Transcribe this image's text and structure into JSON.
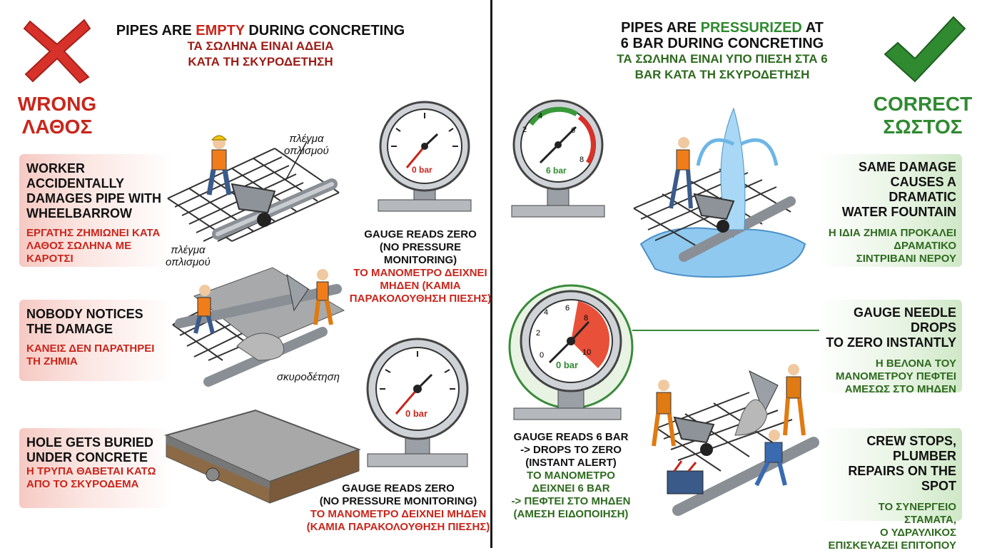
{
  "left": {
    "title_en_pre": "PIPES ARE ",
    "title_en_key": "EMPTY",
    "title_en_post": " DURING CONCRETING",
    "title_gr_1": "ΤΑ ΣΩΛΗΝΑ ΕΙΝΑΙ ΑΔΕΙΑ",
    "title_gr_2": "ΚΑΤΑ ΤΗ ΣΚΥΡΟΔΕΤΗΣΗ",
    "verdict_en": "WRONG",
    "verdict_gr": "ΛΑΘΟΣ",
    "steps": [
      {
        "en_1": "WORKER ACCIDENTALLY",
        "en_2": "DAMAGES PIPE WITH",
        "en_3": "WHEELBARROW",
        "gr_1": "ΕΡΓΑΤΗΣ ΖΗΜΙΩΝΕΙ ΚΑΤΑ",
        "gr_2": "ΛΑΘΟΣ ΣΩΛΗΝΑ ΜΕ",
        "gr_3": "ΚΑΡΟΤΣΙ"
      },
      {
        "en_1": "NOBODY NOTICES",
        "en_2": "THE DAMAGE",
        "gr_1": "ΚΑΝΕΙΣ ΔΕΝ ΠΑΡΑΤΗΡΕΙ",
        "gr_2": "ΤΗ ΖΗΜΙΑ"
      },
      {
        "en_1": "HOLE GETS BURIED",
        "en_2": "UNDER CONCRETE",
        "gr_1": "Η ΤΡΥΠΑ ΘΑΒΕΤΑΙ ΚΑΤΩ",
        "gr_2": "ΑΠΟ ΤΟ ΣΚΥΡΟΔΕΜΑ"
      }
    ],
    "labels": {
      "mesh_1a": "πλέγμα",
      "mesh_1b": "οπλισμού",
      "mesh_2a": "πλέγμα",
      "mesh_2b": "οπλισμού",
      "concrete": "σκυροδέτηση"
    },
    "gauge_1": {
      "reading": "0 bar",
      "cap_en_1": "GAUGE READS ZERO",
      "cap_en_2": "(NO PRESSURE MONITORING)",
      "cap_gr_1": "ΤΟ ΜΑΝΟΜΕΤΡΟ ΔΕΙΧΝΕΙ",
      "cap_gr_2": "ΜΗΔΕΝ (ΚΑΜΙΑ",
      "cap_gr_3": "ΠΑΡΑΚΟΛΟΥΘΗΣΗ ΠΙΕΣΗΣ)"
    },
    "gauge_2": {
      "reading": "0 bar",
      "cap_en_1": "GAUGE READS ZERO",
      "cap_en_2": "(NO PRESSURE MONITORING)",
      "cap_gr_1": "ΤΟ ΜΑΝΟΜΕΤΡΟ ΔΕΙΧΝΕΙ ΜΗΔΕΝ",
      "cap_gr_2": "(ΚΑΜΙΑ ΠΑΡΑΚΟΛΟΥΘΗΣΗ ΠΙΕΣΗΣ)"
    }
  },
  "right": {
    "title_en_pre": "PIPES ARE ",
    "title_en_key": "PRESSURIZED",
    "title_en_post": " AT",
    "title_en_2": "6 BAR DURING CONCRETING",
    "title_gr_1": "ΤΑ ΣΩΛΗΝΑ ΕΙΝΑΙ ΥΠΟ ΠΙΕΣΗ ΣΤΑ 6",
    "title_gr_2": "BAR ΚΑΤΑ ΤΗ ΣΚΥΡΟΔΕΤΗΣΗ",
    "verdict_en": "CORRECT",
    "verdict_gr": "ΣΩΣΤΟΣ",
    "steps": [
      {
        "en_1": "SAME DAMAGE",
        "en_2": "CAUSES A DRAMATIC",
        "en_3": "WATER FOUNTAIN",
        "gr_1": "Η ΙΔΙΑ ΖΗΜΙΑ ΠΡΟΚΑΛΕΙ",
        "gr_2": "ΔΡΑΜΑΤΙΚΟ",
        "gr_3": "ΣΙΝΤΡΙΒΑΝΙ ΝΕΡΟΥ"
      },
      {
        "en_1": "GAUGE NEEDLE DROPS",
        "en_2": "TO ZERO INSTANTLY",
        "gr_1": "Η ΒΕΛΟΝΑ ΤΟΥ",
        "gr_2": "ΜΑΝΟΜΕΤΡΟΥ ΠΕΦΤΕΙ",
        "gr_3": "ΑΜΕΣΩΣ ΣΤΟ ΜΗΔΕΝ"
      },
      {
        "en_1": "CREW STOPS, PLUMBER",
        "en_2": "REPAIRS ON THE SPOT",
        "gr_1": "ΤΟ ΣΥΝΕΡΓΕΙΟ ΣΤΑΜΑΤΑ,",
        "gr_2": "Ο ΥΔΡΑΥΛΙΚΟΣ",
        "gr_3": "ΕΠΙΣΚΕΥΑΖΕΙ ΕΠΙΤΟΠΟΥ"
      }
    ],
    "gauge_1": {
      "reading": "6 bar",
      "ticks": [
        "2",
        "4",
        "6",
        "8"
      ]
    },
    "gauge_2": {
      "reading": "0 bar",
      "ticks": [
        "0",
        "2",
        "4",
        "6",
        "8",
        "10"
      ],
      "cap_en_1": "GAUGE READS 6 BAR",
      "cap_en_2": "-> DROPS TO ZERO",
      "cap_en_3": "(INSTANT ALERT)",
      "cap_gr_1": "ΤΟ ΜΑΝΟΜΕΤΡΟ",
      "cap_gr_2": "ΔΕΙΧΝΕΙ 6 BAR",
      "cap_gr_3": "-> ΠΕΦΤΕΙ ΣΤΟ ΜΗΔΕΝ",
      "cap_gr_4": "(ΑΜΕΣΗ ΕΙΔΟΠΟΙΗΣΗ)"
    }
  },
  "icons": [
    "x-mark-icon",
    "check-mark-icon",
    "pressure-gauge-icon",
    "worker-icon",
    "wheelbarrow-icon",
    "rebar-mesh-icon",
    "water-fountain-icon",
    "concrete-slab-icon",
    "toolbox-icon"
  ],
  "colors": {
    "wrong": "#c8261c",
    "correct": "#2f8a30",
    "divider": "#1a1a1a"
  }
}
